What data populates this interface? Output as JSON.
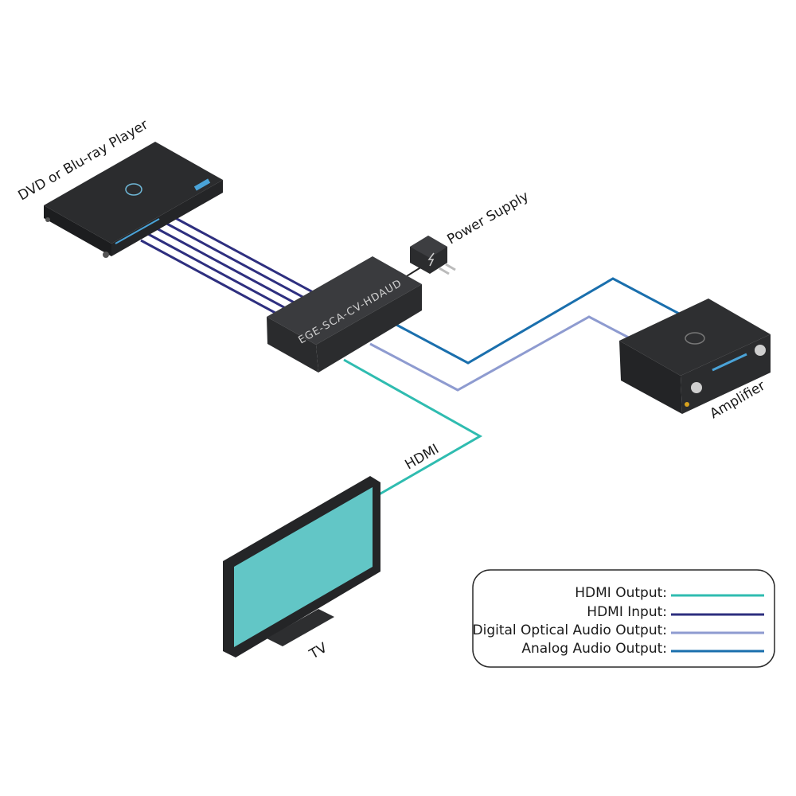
{
  "devices": {
    "player_label": "DVD or Blu-ray Player",
    "converter_label": "EGE-SCA-CV-HDAUD",
    "power_label": "Power Supply",
    "amplifier_label": "Amplifier",
    "tv_label": "TV"
  },
  "cables": {
    "hdmi_label": "HDMI"
  },
  "legend": {
    "items": [
      {
        "label": "HDMI Output:",
        "color": "#2fbcb0"
      },
      {
        "label": "HDMI Input:",
        "color": "#2e2f7f"
      },
      {
        "label": "Digital Optical Audio Output:",
        "color": "#8e9bd0"
      },
      {
        "label": "Analog Audio Output:",
        "color": "#1a6fad"
      }
    ]
  },
  "colors": {
    "hdmi_output": "#2fbcb0",
    "hdmi_input": "#2e2f7f",
    "optical_audio": "#8e9bd0",
    "analog_audio": "#1a6fad",
    "device_body": "#2b2c2e",
    "tv_screen": "#62c6c6"
  }
}
